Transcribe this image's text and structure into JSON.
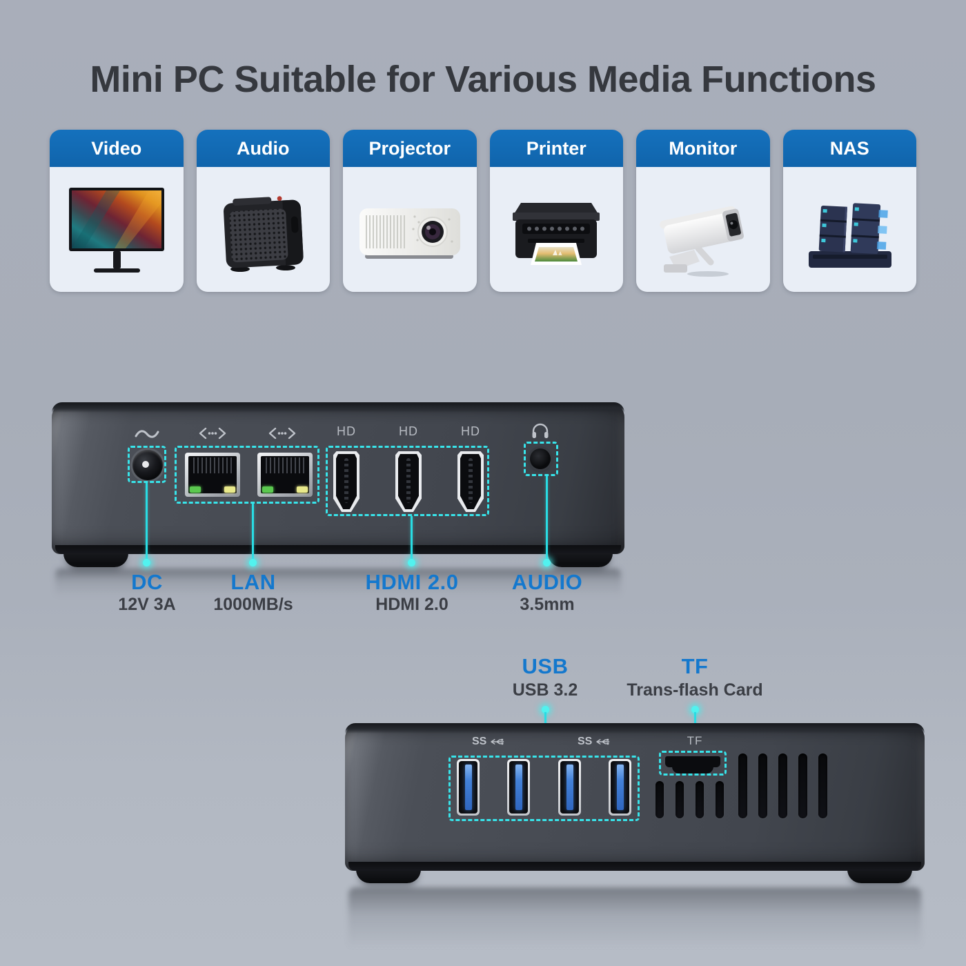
{
  "title": "Mini PC Suitable for Various Media Functions",
  "colors": {
    "background": "#a8aeb9",
    "card_header_blue": "#1064ab",
    "callout_blue": "#1478cd",
    "cyan_highlight": "#38e4ea",
    "dark_text": "#3b3e45"
  },
  "icons": {
    "power": "power-wave-icon",
    "ethernet": "ethernet-icon",
    "headphone": "headphone-icon",
    "usb_superspeed": "usb-superspeed-icon"
  },
  "media_cards": [
    {
      "label": "Video",
      "image": "monitor-display"
    },
    {
      "label": "Audio",
      "image": "speaker"
    },
    {
      "label": "Projector",
      "image": "projector"
    },
    {
      "label": "Printer",
      "image": "printer"
    },
    {
      "label": "Monitor",
      "image": "cctv-camera"
    },
    {
      "label": "NAS",
      "image": "nas-storage"
    }
  ],
  "back_panel": {
    "hd_port_label": "HD",
    "callouts": [
      {
        "label": "DC",
        "sub": "12V 3A"
      },
      {
        "label": "LAN",
        "sub": "1000MB/s"
      },
      {
        "label": "HDMI 2.0",
        "sub": "HDMI 2.0"
      },
      {
        "label": "AUDIO",
        "sub": "3.5mm"
      }
    ]
  },
  "front_panel": {
    "usb_port_label": "SS",
    "tf_port_label": "TF",
    "callouts": [
      {
        "label": "USB",
        "sub": "USB 3.2"
      },
      {
        "label": "TF",
        "sub": "Trans-flash Card"
      }
    ]
  }
}
